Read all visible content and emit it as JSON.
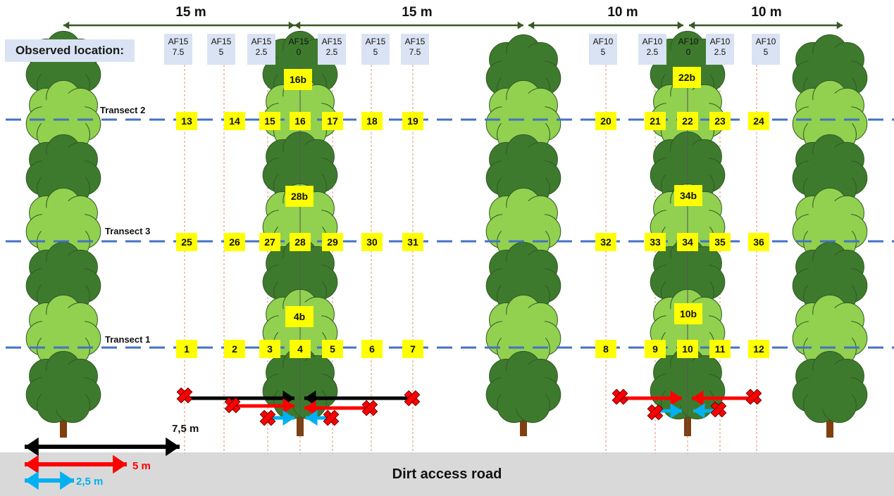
{
  "observed_location_label": "Observed location:",
  "road_label": "Dirt access road",
  "spacing_labels": [
    "15 m",
    "15 m",
    "10 m",
    "10 m"
  ],
  "locations": [
    {
      "l1": "AF15",
      "l2": "7.5"
    },
    {
      "l1": "AF15",
      "l2": "5"
    },
    {
      "l1": "AF15",
      "l2": "2.5"
    },
    {
      "l1": "AF15",
      "l2": "0"
    },
    {
      "l1": "AF15",
      "l2": "2.5"
    },
    {
      "l1": "AF15",
      "l2": "5"
    },
    {
      "l1": "AF15",
      "l2": "7.5"
    },
    {
      "l1": "AF10",
      "l2": "5"
    },
    {
      "l1": "AF10",
      "l2": "2.5"
    },
    {
      "l1": "AF10",
      "l2": "0"
    },
    {
      "l1": "AF10",
      "l2": "2.5"
    },
    {
      "l1": "AF10",
      "l2": "5"
    }
  ],
  "transects": [
    "Transect 2",
    "Transect 3",
    "Transect 1"
  ],
  "points": {
    "t2": [
      "13",
      "14",
      "15",
      "16",
      "17",
      "18",
      "19",
      "20",
      "21",
      "22",
      "23",
      "24"
    ],
    "t3": [
      "25",
      "26",
      "27",
      "28",
      "29",
      "30",
      "31",
      "32",
      "33",
      "34",
      "35",
      "36"
    ],
    "t1": [
      "1",
      "2",
      "3",
      "4",
      "5",
      "6",
      "7",
      "8",
      "9",
      "10",
      "11",
      "12"
    ],
    "extra": [
      "16b",
      "28b",
      "4b",
      "22b",
      "34b",
      "10b"
    ]
  },
  "legend": {
    "black_label": "7,5 m",
    "red_label": "5 m",
    "blue_label": "2,5 m"
  },
  "colors": {
    "dark_tree": "#3e7a2e",
    "light_tree": "#92d050",
    "trunk": "#7f3f0f",
    "transect_line": "#4472c4",
    "point_box": "#ffff00",
    "red_arrow": "#ff0000",
    "blue_arrow": "#00b0f0",
    "black_arrow": "#000000",
    "green_arrow": "#385723",
    "road": "#d9d9d9"
  }
}
